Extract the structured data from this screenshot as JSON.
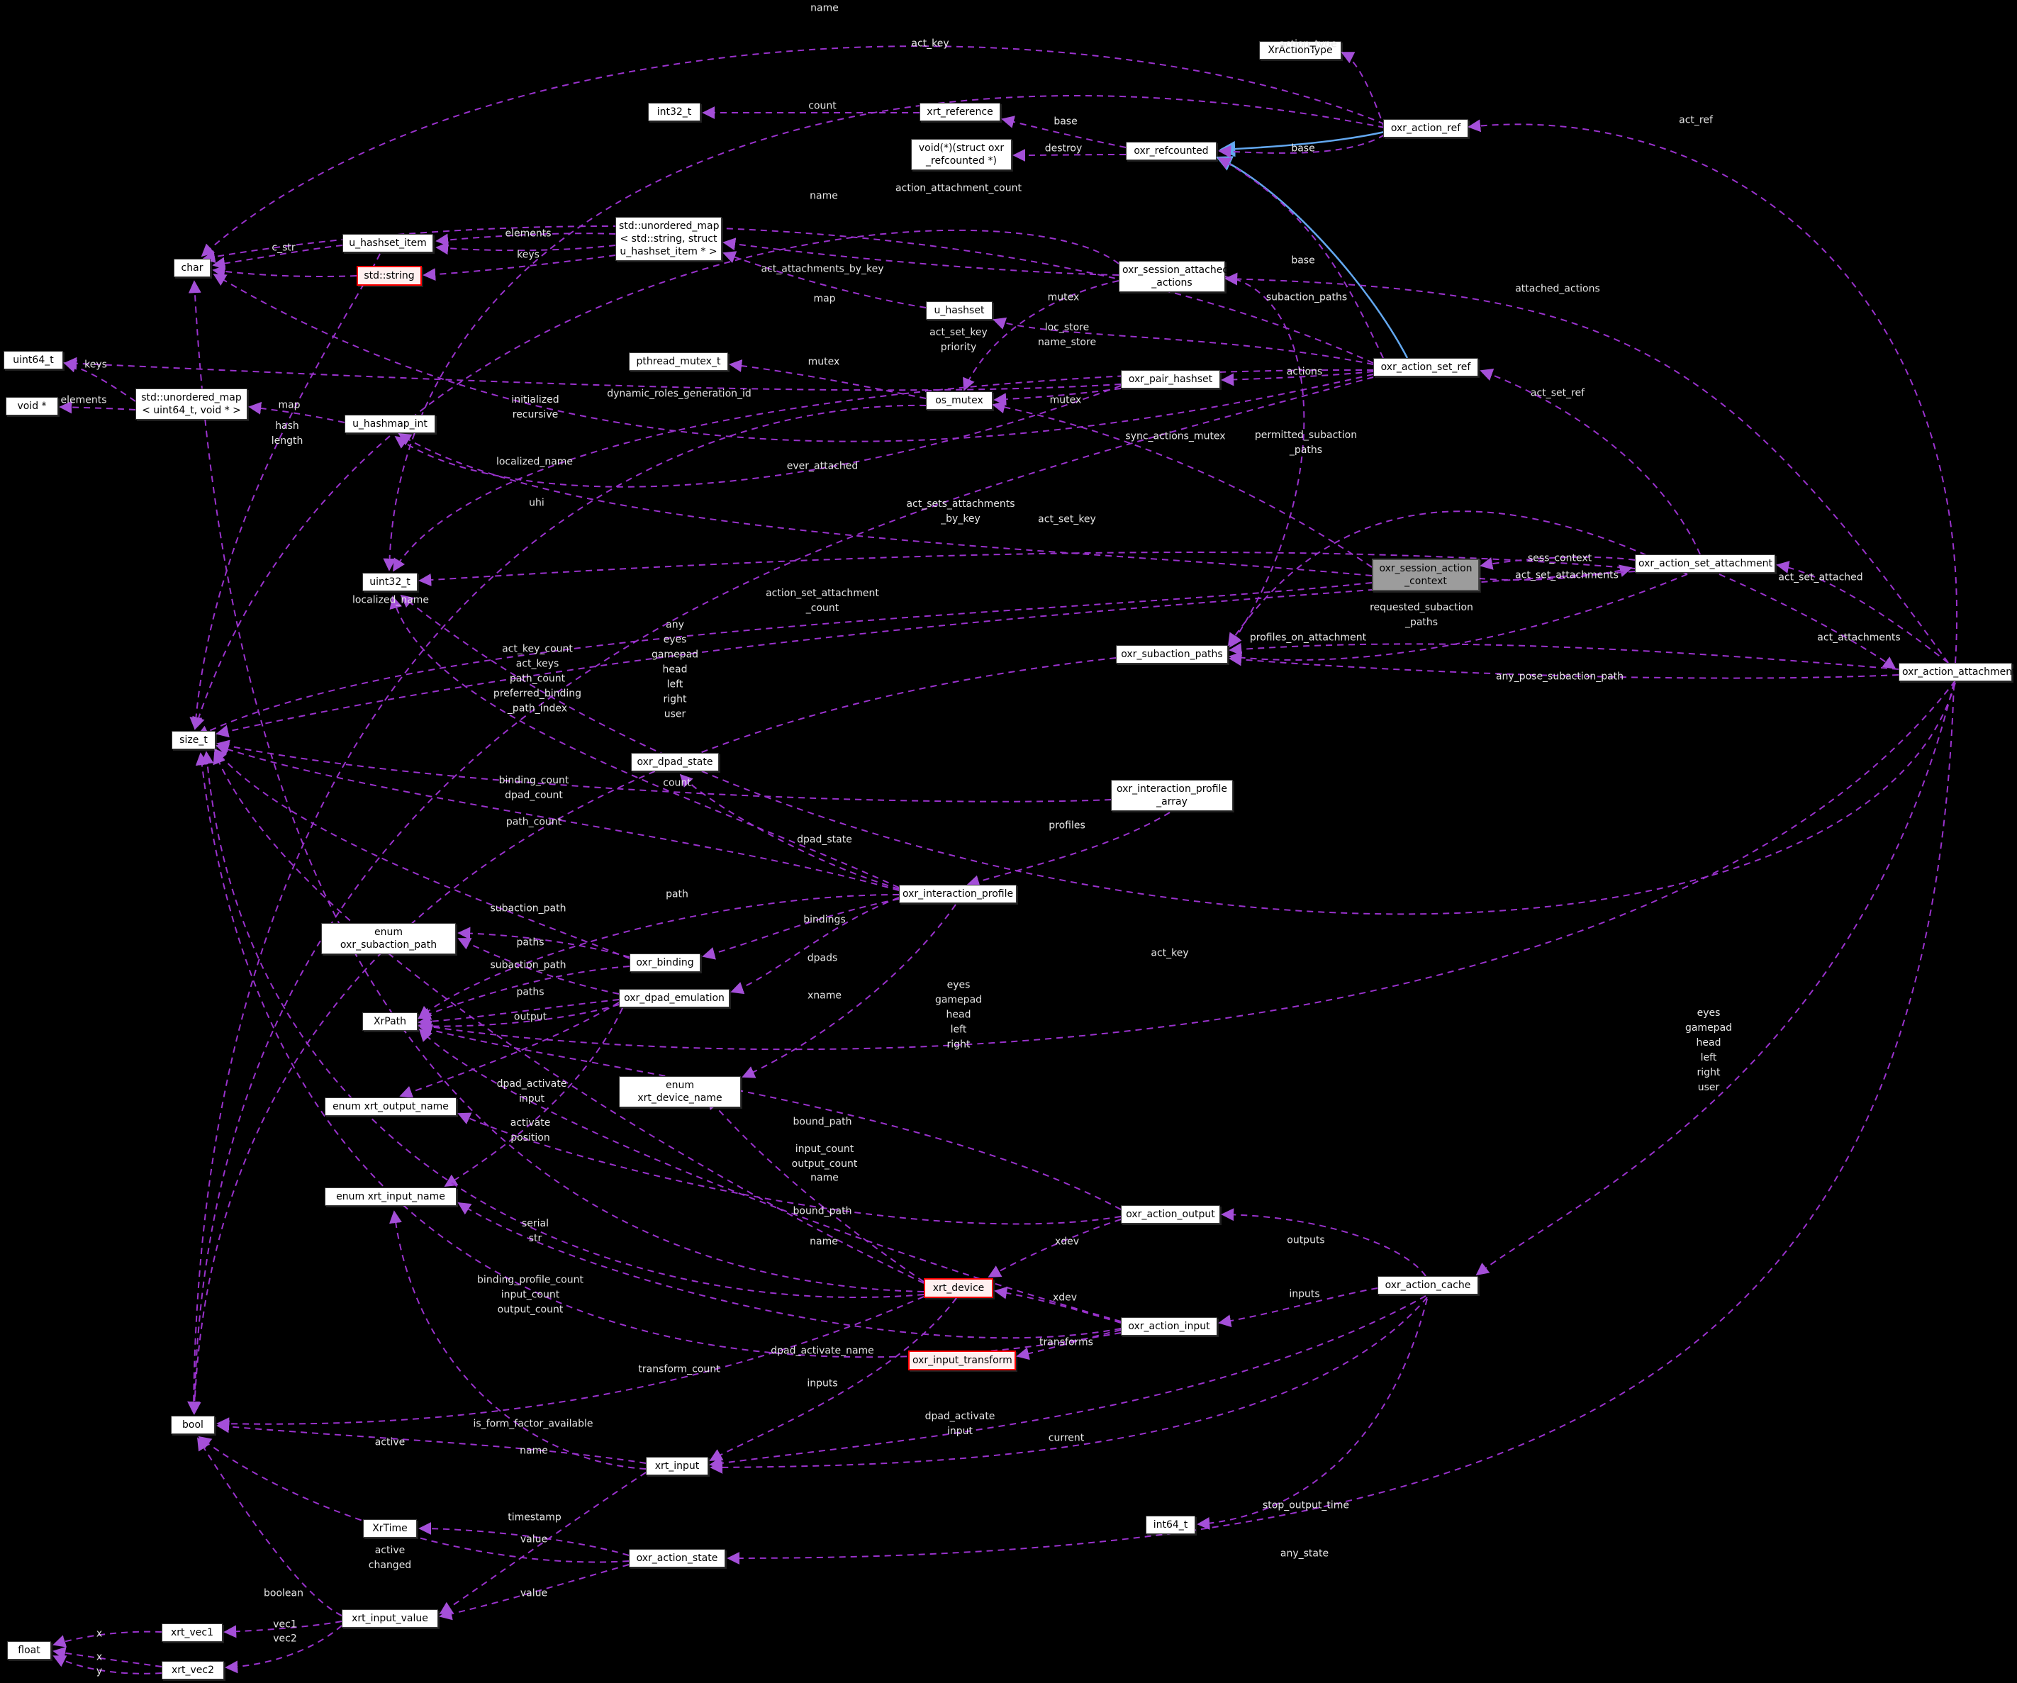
{
  "diagram": {
    "type": "collaboration-graph",
    "colors": {
      "background": "#000000",
      "edge": "#9a32cd",
      "edge_arrow": "#a44fd8",
      "inheritance_edge": "#63a8f0",
      "node_fill": "#ffffff",
      "node_border": "#3a3a3a",
      "highlight_border": "#ff0000",
      "highlight_fill": "#fff0f0",
      "current_node_fill": "#9c9c9c",
      "edge_label_color": "#e6e6e6"
    },
    "nodes": [
      {
        "id": "char",
        "label": "char",
        "style": "normal"
      },
      {
        "id": "u_hashset_item",
        "label": "u_hashset_item",
        "style": "normal"
      },
      {
        "id": "std_string",
        "label": "std::string",
        "style": "highlight"
      },
      {
        "id": "unordered_map_string",
        "label": "std::unordered_map\n< std::string, struct\nu_hashset_item * >",
        "style": "normal"
      },
      {
        "id": "int32_t",
        "label": "int32_t",
        "style": "normal"
      },
      {
        "id": "xrt_reference",
        "label": "xrt_reference",
        "style": "normal"
      },
      {
        "id": "void_fn",
        "label": "void(*)(struct oxr\n_refcounted *)",
        "style": "normal"
      },
      {
        "id": "XrActionType",
        "label": "XrActionType",
        "style": "normal"
      },
      {
        "id": "oxr_refcounted",
        "label": "oxr_refcounted",
        "style": "normal"
      },
      {
        "id": "oxr_action_ref",
        "label": "oxr_action_ref",
        "style": "normal"
      },
      {
        "id": "oxr_session_attached_actions",
        "label": "oxr_session_attached\n_actions",
        "style": "normal"
      },
      {
        "id": "oxr_action_set_ref",
        "label": "oxr_action_set_ref",
        "style": "normal"
      },
      {
        "id": "u_hashset",
        "label": "u_hashset",
        "style": "normal"
      },
      {
        "id": "pthread_mutex_t",
        "label": "pthread_mutex_t",
        "style": "normal"
      },
      {
        "id": "os_mutex",
        "label": "os_mutex",
        "style": "normal"
      },
      {
        "id": "oxr_pair_hashset",
        "label": "oxr_pair_hashset",
        "style": "normal"
      },
      {
        "id": "uint64_t",
        "label": "uint64_t",
        "style": "normal"
      },
      {
        "id": "void_ptr",
        "label": "void *",
        "style": "normal"
      },
      {
        "id": "unordered_map_u64",
        "label": "std::unordered_map\n< uint64_t, void * >",
        "style": "normal"
      },
      {
        "id": "u_hashmap_int",
        "label": "u_hashmap_int",
        "style": "normal"
      },
      {
        "id": "uint32_t",
        "label": "uint32_t",
        "style": "normal"
      },
      {
        "id": "oxr_session_action_context",
        "label": "oxr_session_action\n_context",
        "style": "current"
      },
      {
        "id": "oxr_action_set_attachment",
        "label": "oxr_action_set_attachment",
        "style": "normal"
      },
      {
        "id": "oxr_subaction_paths",
        "label": "oxr_subaction_paths",
        "style": "normal"
      },
      {
        "id": "oxr_action_attachment",
        "label": "oxr_action_attachment",
        "style": "normal"
      },
      {
        "id": "size_t",
        "label": "size_t",
        "style": "normal"
      },
      {
        "id": "oxr_dpad_state",
        "label": "oxr_dpad_state",
        "style": "normal"
      },
      {
        "id": "oxr_interaction_profile_array",
        "label": "oxr_interaction_profile\n_array",
        "style": "normal"
      },
      {
        "id": "oxr_interaction_profile",
        "label": "oxr_interaction_profile",
        "style": "normal"
      },
      {
        "id": "enum_oxr_subaction_path",
        "label": "enum oxr_subaction_path",
        "style": "normal"
      },
      {
        "id": "oxr_binding",
        "label": "oxr_binding",
        "style": "normal"
      },
      {
        "id": "oxr_dpad_emulation",
        "label": "oxr_dpad_emulation",
        "style": "normal"
      },
      {
        "id": "XrPath",
        "label": "XrPath",
        "style": "normal"
      },
      {
        "id": "enum_xrt_device_name",
        "label": "enum xrt_device_name",
        "style": "normal"
      },
      {
        "id": "enum_xrt_output_name",
        "label": "enum xrt_output_name",
        "style": "normal"
      },
      {
        "id": "enum_xrt_input_name",
        "label": "enum xrt_input_name",
        "style": "normal"
      },
      {
        "id": "oxr_action_output",
        "label": "oxr_action_output",
        "style": "normal"
      },
      {
        "id": "oxr_action_cache",
        "label": "oxr_action_cache",
        "style": "normal"
      },
      {
        "id": "xrt_device",
        "label": "xrt_device",
        "style": "highlight"
      },
      {
        "id": "oxr_action_input",
        "label": "oxr_action_input",
        "style": "normal"
      },
      {
        "id": "oxr_input_transform",
        "label": "oxr_input_transform",
        "style": "highlight"
      },
      {
        "id": "bool",
        "label": "bool",
        "style": "normal"
      },
      {
        "id": "xrt_input",
        "label": "xrt_input",
        "style": "normal"
      },
      {
        "id": "XrTime",
        "label": "XrTime",
        "style": "normal"
      },
      {
        "id": "int64_t",
        "label": "int64_t",
        "style": "normal"
      },
      {
        "id": "oxr_action_state",
        "label": "oxr_action_state",
        "style": "normal"
      },
      {
        "id": "xrt_input_value",
        "label": "xrt_input_value",
        "style": "normal"
      },
      {
        "id": "xrt_vec1",
        "label": "xrt_vec1",
        "style": "normal"
      },
      {
        "id": "float",
        "label": "float",
        "style": "normal"
      },
      {
        "id": "xrt_vec2",
        "label": "xrt_vec2",
        "style": "normal"
      }
    ],
    "edge_labels": [
      {
        "text": "name"
      },
      {
        "text": "act_key"
      },
      {
        "text": "action_type"
      },
      {
        "text": "act_ref"
      },
      {
        "text": "count"
      },
      {
        "text": "base"
      },
      {
        "text": "destroy"
      },
      {
        "text": "base"
      },
      {
        "text": "action_attachment_count"
      },
      {
        "text": "name"
      },
      {
        "text": "c_str"
      },
      {
        "text": "elements"
      },
      {
        "text": "keys"
      },
      {
        "text": "act_attachments_by_key"
      },
      {
        "text": "base"
      },
      {
        "text": "mutex"
      },
      {
        "text": "subaction_paths"
      },
      {
        "text": "attached_actions"
      },
      {
        "text": "map"
      },
      {
        "text": "act_set_key\npriority"
      },
      {
        "text": "loc_store\nname_store"
      },
      {
        "text": "keys"
      },
      {
        "text": "elements"
      },
      {
        "text": "map"
      },
      {
        "text": "hash\nlength"
      },
      {
        "text": "mutex"
      },
      {
        "text": "dynamic_roles_generation_id"
      },
      {
        "text": "initialized\nrecursive"
      },
      {
        "text": "actions"
      },
      {
        "text": "mutex"
      },
      {
        "text": "sync_actions_mutex"
      },
      {
        "text": "permitted_subaction\n_paths"
      },
      {
        "text": "localized_name"
      },
      {
        "text": "ever_attached"
      },
      {
        "text": "uhi"
      },
      {
        "text": "act_sets_attachments\n_by_key"
      },
      {
        "text": "act_set_key"
      },
      {
        "text": "act_set_ref"
      },
      {
        "text": "localized_name"
      },
      {
        "text": "sess_context"
      },
      {
        "text": "act_set_attachments"
      },
      {
        "text": "requested_subaction\n_paths"
      },
      {
        "text": "act_set_attached"
      },
      {
        "text": "act_attachments"
      },
      {
        "text": "action_set_attachment\n_count"
      },
      {
        "text": "any\neyes\ngamepad\nhead\nleft\nright\nuser"
      },
      {
        "text": "profiles_on_attachment"
      },
      {
        "text": "any_pose_subaction_path"
      },
      {
        "text": "act_key_count\nact_keys\npath_count\npreferred_binding\n_path_index"
      },
      {
        "text": "count"
      },
      {
        "text": "binding_count\ndpad_count"
      },
      {
        "text": "path_count"
      },
      {
        "text": "profiles"
      },
      {
        "text": "dpad_state"
      },
      {
        "text": "path"
      },
      {
        "text": "bindings"
      },
      {
        "text": "subaction_path"
      },
      {
        "text": "paths"
      },
      {
        "text": "subaction_path"
      },
      {
        "text": "dpads"
      },
      {
        "text": "act_key"
      },
      {
        "text": "paths"
      },
      {
        "text": "output"
      },
      {
        "text": "xname"
      },
      {
        "text": "eyes\ngamepad\nhead\nleft\nright"
      },
      {
        "text": "eyes\ngamepad\nhead\nleft\nright\nuser"
      },
      {
        "text": "dpad_activate\ninput"
      },
      {
        "text": "activate\nposition"
      },
      {
        "text": "bound_path"
      },
      {
        "text": "input_count\noutput_count"
      },
      {
        "text": "name"
      },
      {
        "text": "bound_path"
      },
      {
        "text": "name"
      },
      {
        "text": "serial\nstr"
      },
      {
        "text": "xdev"
      },
      {
        "text": "outputs"
      },
      {
        "text": "inputs"
      },
      {
        "text": "xdev"
      },
      {
        "text": "binding_profile_count\ninput_count\noutput_count"
      },
      {
        "text": "dpad_activate_name"
      },
      {
        "text": "transform_count"
      },
      {
        "text": "transforms"
      },
      {
        "text": "inputs"
      },
      {
        "text": "dpad_activate\ninput"
      },
      {
        "text": "current"
      },
      {
        "text": "is_form_factor_available"
      },
      {
        "text": "active"
      },
      {
        "text": "name"
      },
      {
        "text": "timestamp"
      },
      {
        "text": "value"
      },
      {
        "text": "stop_output_time"
      },
      {
        "text": "active\nchanged"
      },
      {
        "text": "any_state"
      },
      {
        "text": "boolean"
      },
      {
        "text": "value"
      },
      {
        "text": "vec1"
      },
      {
        "text": "vec2"
      },
      {
        "text": "x"
      },
      {
        "text": "x"
      },
      {
        "text": "y"
      }
    ]
  }
}
